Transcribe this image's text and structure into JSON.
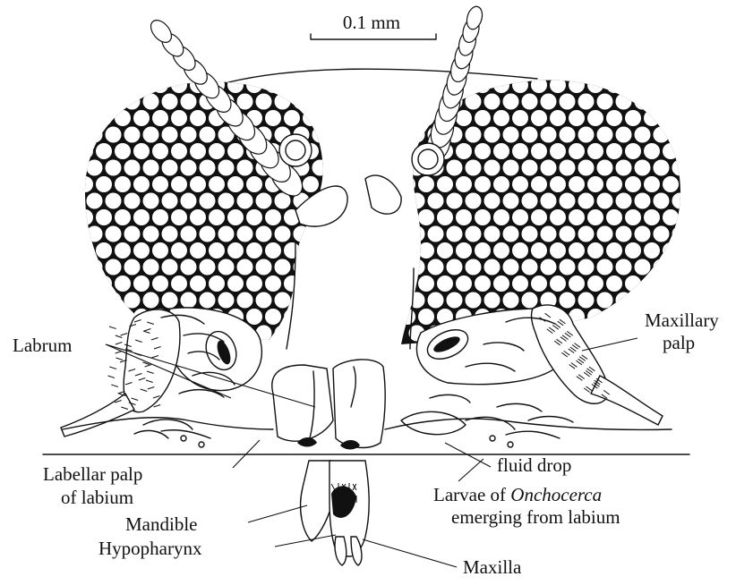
{
  "scale_bar": {
    "label": "0.1 mm"
  },
  "labels": {
    "labrum": "Labrum",
    "maxillary_palp_1": "Maxillary",
    "maxillary_palp_2": "palp",
    "labellar_palp_1": "Labellar palp",
    "labellar_palp_2": "of labium",
    "fluid_drop": "fluid drop",
    "larvae_1a": "Larvae of ",
    "larvae_1b": "Onchocerca",
    "larvae_2": "emerging from labium",
    "mandible": "Mandible",
    "hypopharynx": "Hypopharynx",
    "maxilla": "Maxilla"
  },
  "colors": {
    "ink": "#111111",
    "background": "#ffffff"
  }
}
